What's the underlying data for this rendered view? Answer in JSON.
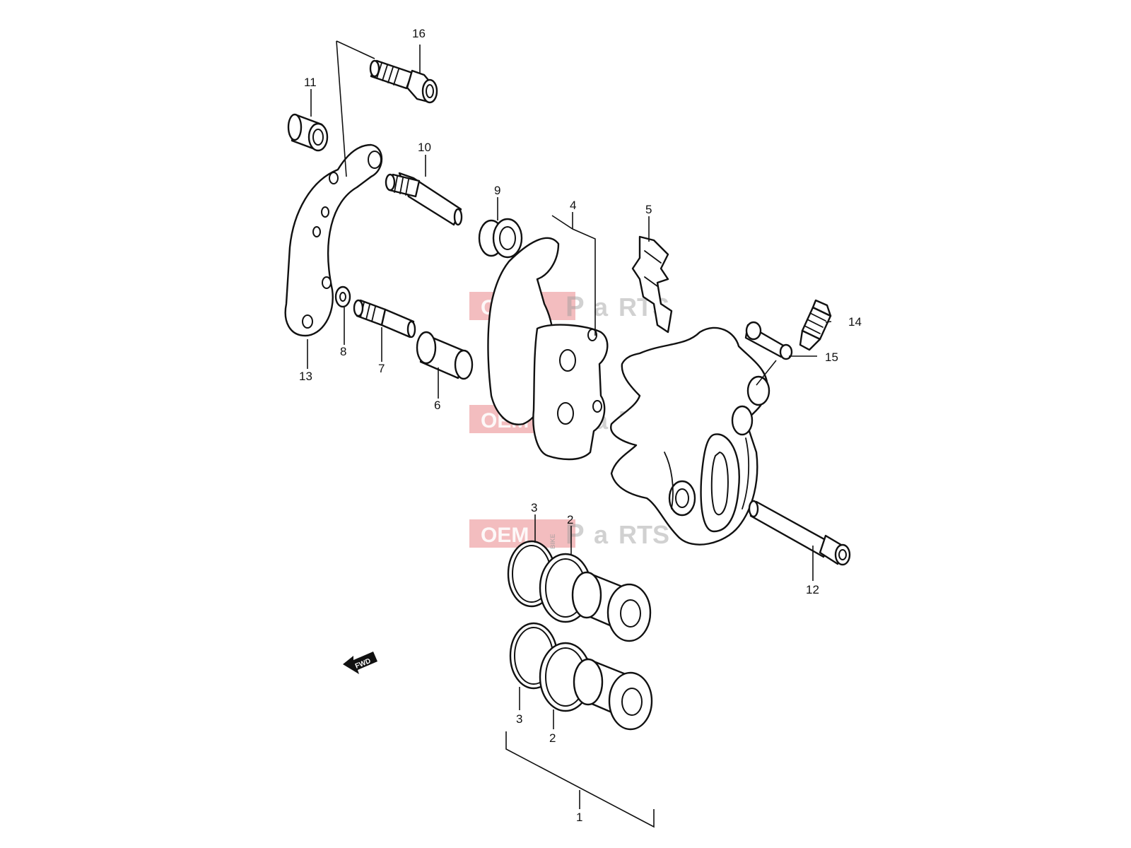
{
  "callouts": [
    {
      "id": "1",
      "label": "1"
    },
    {
      "id": "2a",
      "label": "2"
    },
    {
      "id": "2b",
      "label": "2"
    },
    {
      "id": "3a",
      "label": "3"
    },
    {
      "id": "3b",
      "label": "3"
    },
    {
      "id": "4",
      "label": "4"
    },
    {
      "id": "5",
      "label": "5"
    },
    {
      "id": "6",
      "label": "6"
    },
    {
      "id": "7",
      "label": "7"
    },
    {
      "id": "8",
      "label": "8"
    },
    {
      "id": "9",
      "label": "9"
    },
    {
      "id": "10",
      "label": "10"
    },
    {
      "id": "11",
      "label": "11"
    },
    {
      "id": "12",
      "label": "12"
    },
    {
      "id": "13",
      "label": "13"
    },
    {
      "id": "14",
      "label": "14"
    },
    {
      "id": "15",
      "label": "15"
    },
    {
      "id": "16",
      "label": "16"
    }
  ],
  "watermark": {
    "oem": "OEM",
    "bike": "BIKE",
    "p": "P",
    "a": "a",
    "rts": "RTS"
  },
  "fwd_label": "FWD"
}
